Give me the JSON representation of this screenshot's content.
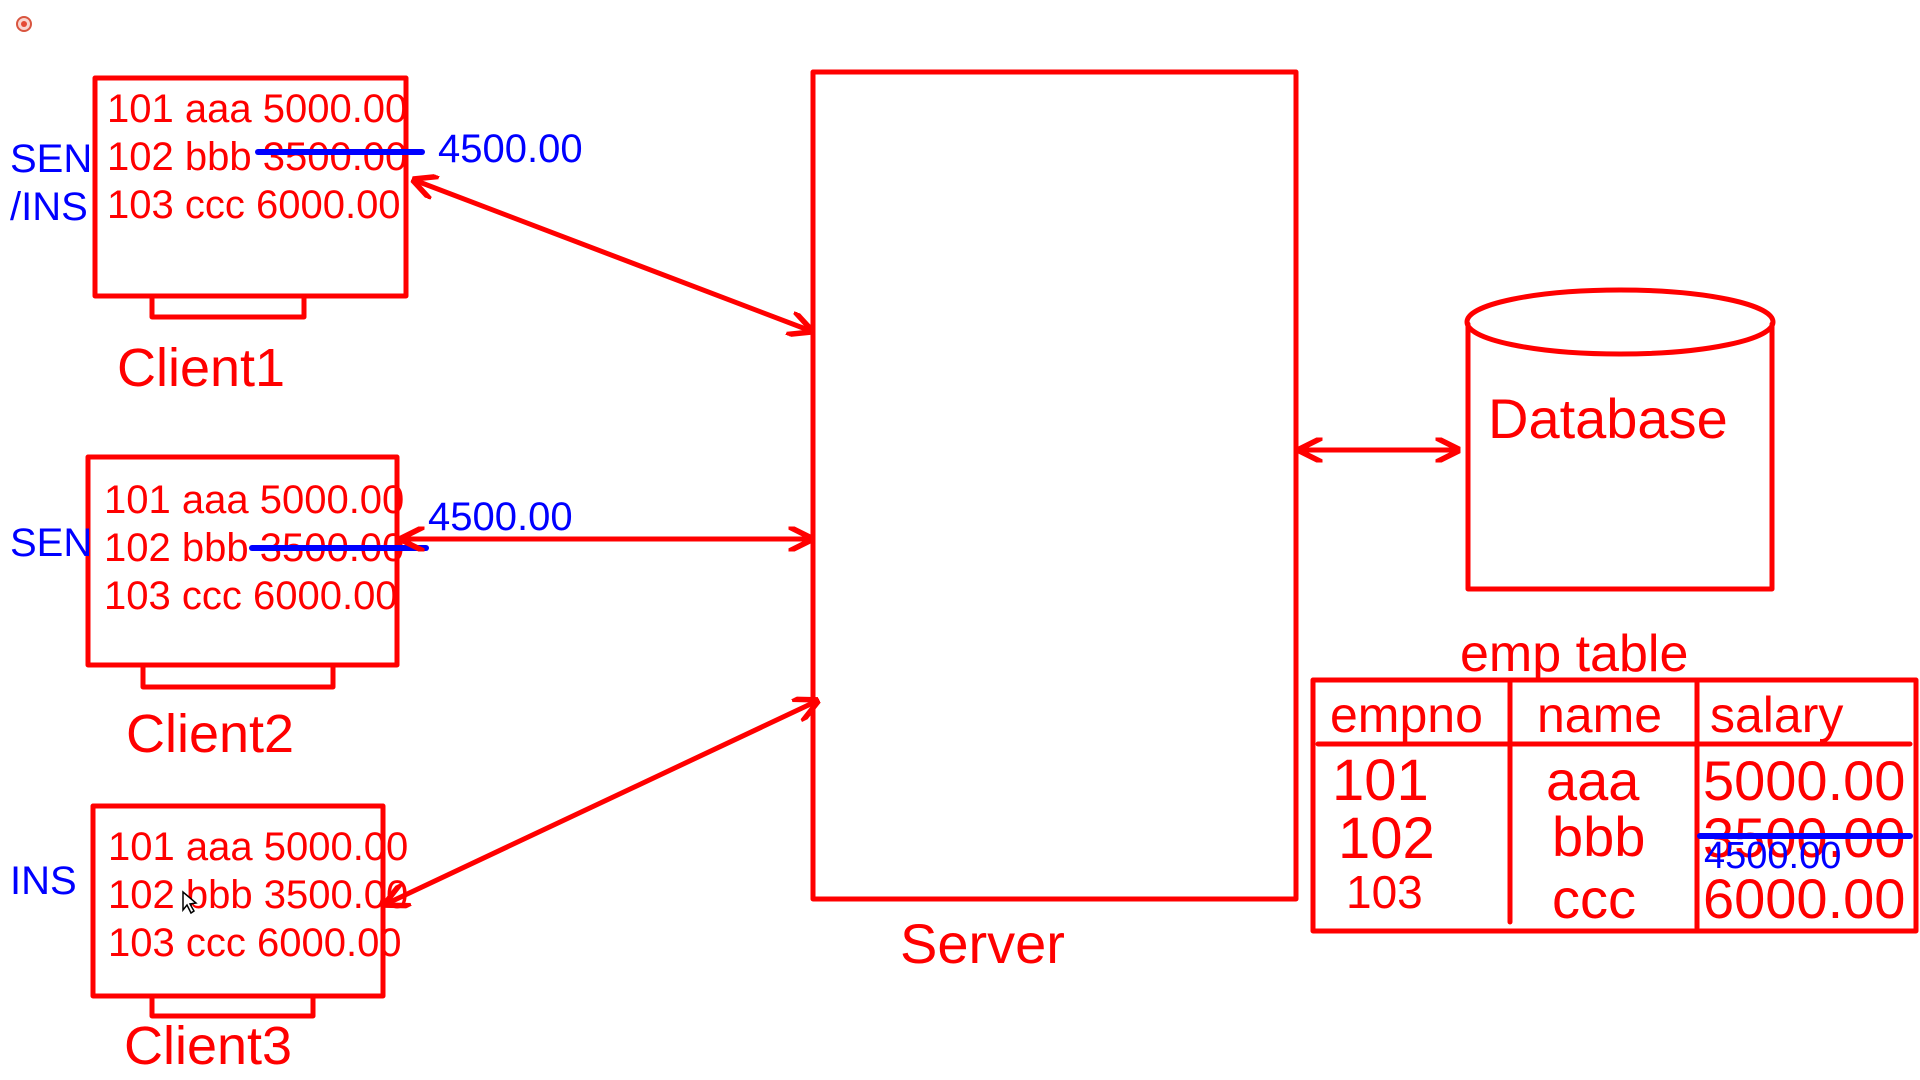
{
  "colors": {
    "ink_red": "#ff0000",
    "ink_blue": "#0000ff",
    "background": "#ffffff"
  },
  "clients": [
    {
      "label": "Client1",
      "rows": [
        "101 aaa 5000.00",
        "102 bbb 3500.00",
        "103 ccc 6000.00"
      ],
      "side_notes": [
        "SEN",
        "/INS"
      ],
      "edit_value": "4500.00"
    },
    {
      "label": "Client2",
      "rows": [
        "101 aaa 5000.00",
        "102 bbb 3500.00",
        "103 ccc 6000.00"
      ],
      "side_notes": [
        "SEN"
      ],
      "edit_value": "4500.00"
    },
    {
      "label": "Client3",
      "rows": [
        "101 aaa 5000.00",
        "102 bbb 3500.00",
        "103 ccc 6000.00"
      ],
      "side_notes": [
        "INS"
      ]
    }
  ],
  "server": {
    "label": "Server"
  },
  "database": {
    "label": "Database"
  },
  "emp_table": {
    "title": "emp table",
    "headers": [
      "empno",
      "name",
      "salary"
    ],
    "empno": [
      "101",
      "102",
      "103"
    ],
    "name": [
      "aaa",
      "bbb",
      "ccc"
    ],
    "salary": [
      "5000.00",
      "3500.00",
      "6000.00"
    ],
    "salary_edit": "4500.00"
  },
  "icons": {
    "corner": "record-dot-icon",
    "cursor": "mouse-cursor-icon"
  }
}
